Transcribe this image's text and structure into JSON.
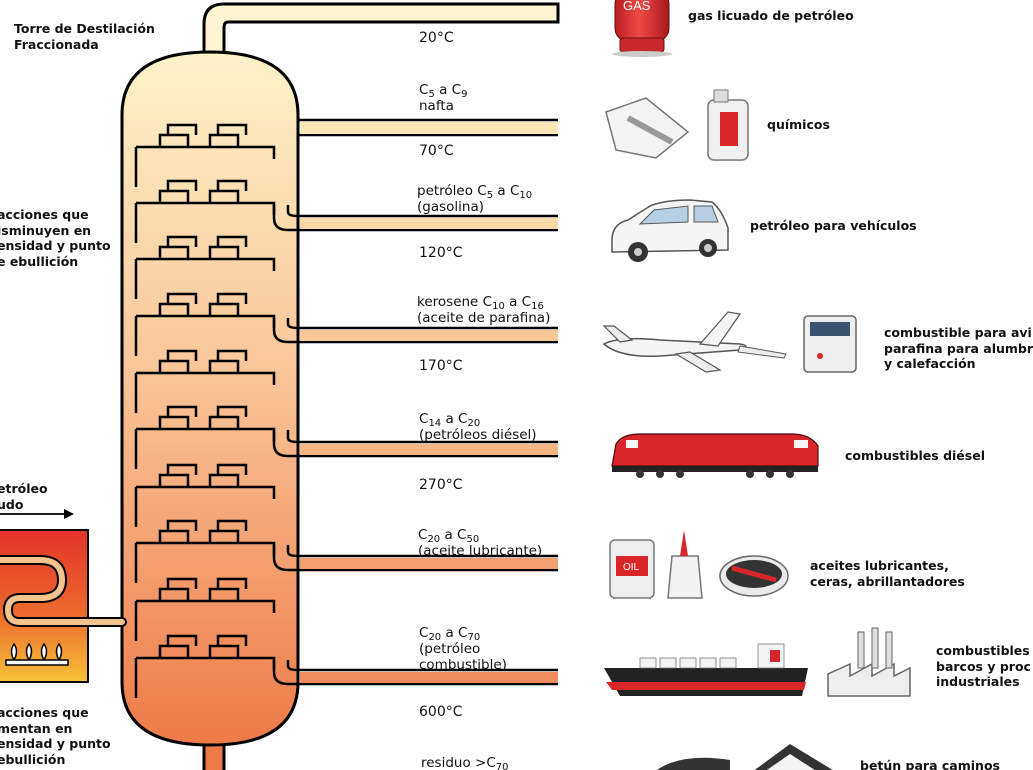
{
  "column": {
    "title_line1": "Torre de Destilación",
    "title_line2": "Fraccionada"
  },
  "side_labels": {
    "upper_line1": "acciones que",
    "upper_line2": "isminuyen en",
    "upper_line3": "ensidad y punto",
    "upper_line4": "e ebullición",
    "crude_line1": "etróleo",
    "crude_line2": "udo",
    "lower_line1": "acciones que",
    "lower_line2": "mentan en",
    "lower_line3": "ensidad y punto",
    "lower_line4": "ebullición"
  },
  "temperatures": {
    "t20": "20°C",
    "t70": "70°C",
    "t120": "120°C",
    "t170": "170°C",
    "t270": "270°C",
    "t600": "600°C"
  },
  "fractions": {
    "nafta": {
      "c1": "C",
      "s1": "5",
      "mid": " a C",
      "s2": "9",
      "line2": "nafta"
    },
    "gasolina": {
      "pre": "petróleo C",
      "s1": "5",
      "mid": " a C",
      "s2": "10",
      "line2": "(gasolina)"
    },
    "kerosene": {
      "pre": "kerosene C",
      "s1": "10",
      "mid": " a C",
      "s2": "16",
      "line2": "(aceite de parafina)"
    },
    "diesel": {
      "c1": "C",
      "s1": "14",
      "mid": " a C",
      "s2": "20",
      "line2": "(petróleos diésel)"
    },
    "lubricante": {
      "c1": "C",
      "s1": "20",
      "mid": " a C",
      "s2": "50",
      "line2": "(aceite lubricante)"
    },
    "combustible": {
      "c1": "C",
      "s1": "20",
      "mid": " a C",
      "s2": "70",
      "line2": "(petróleo",
      "line3": "combustible)"
    },
    "residuo": {
      "pre": "residuo >C",
      "s1": "70"
    }
  },
  "products": {
    "gas": "gas licuado de petróleo",
    "gas_tank_text": "GAS",
    "quimicos": "químicos",
    "vehiculos": "petróleo para vehículos",
    "aviacion_line1": "combustible para avi",
    "aviacion_line2": "parafina para alumbr",
    "aviacion_line3": "y calefacción",
    "diesel": "combustibles diésel",
    "lubricantes_line1": "aceites lubricantes,",
    "lubricantes_line2": "ceras, abrillantadores",
    "oil_label": "OIL",
    "barcos_line1": "combustibles",
    "barcos_line2": "barcos y proc",
    "barcos_line3": "industriales",
    "betun": "betún para caminos"
  },
  "colors": {
    "tower_top": "#fdf2c8",
    "tower_bottom": "#ee7a48",
    "furnace_outer": "#e2322a",
    "furnace_inner": "#f7c23a",
    "product_red": "#d9262a"
  }
}
